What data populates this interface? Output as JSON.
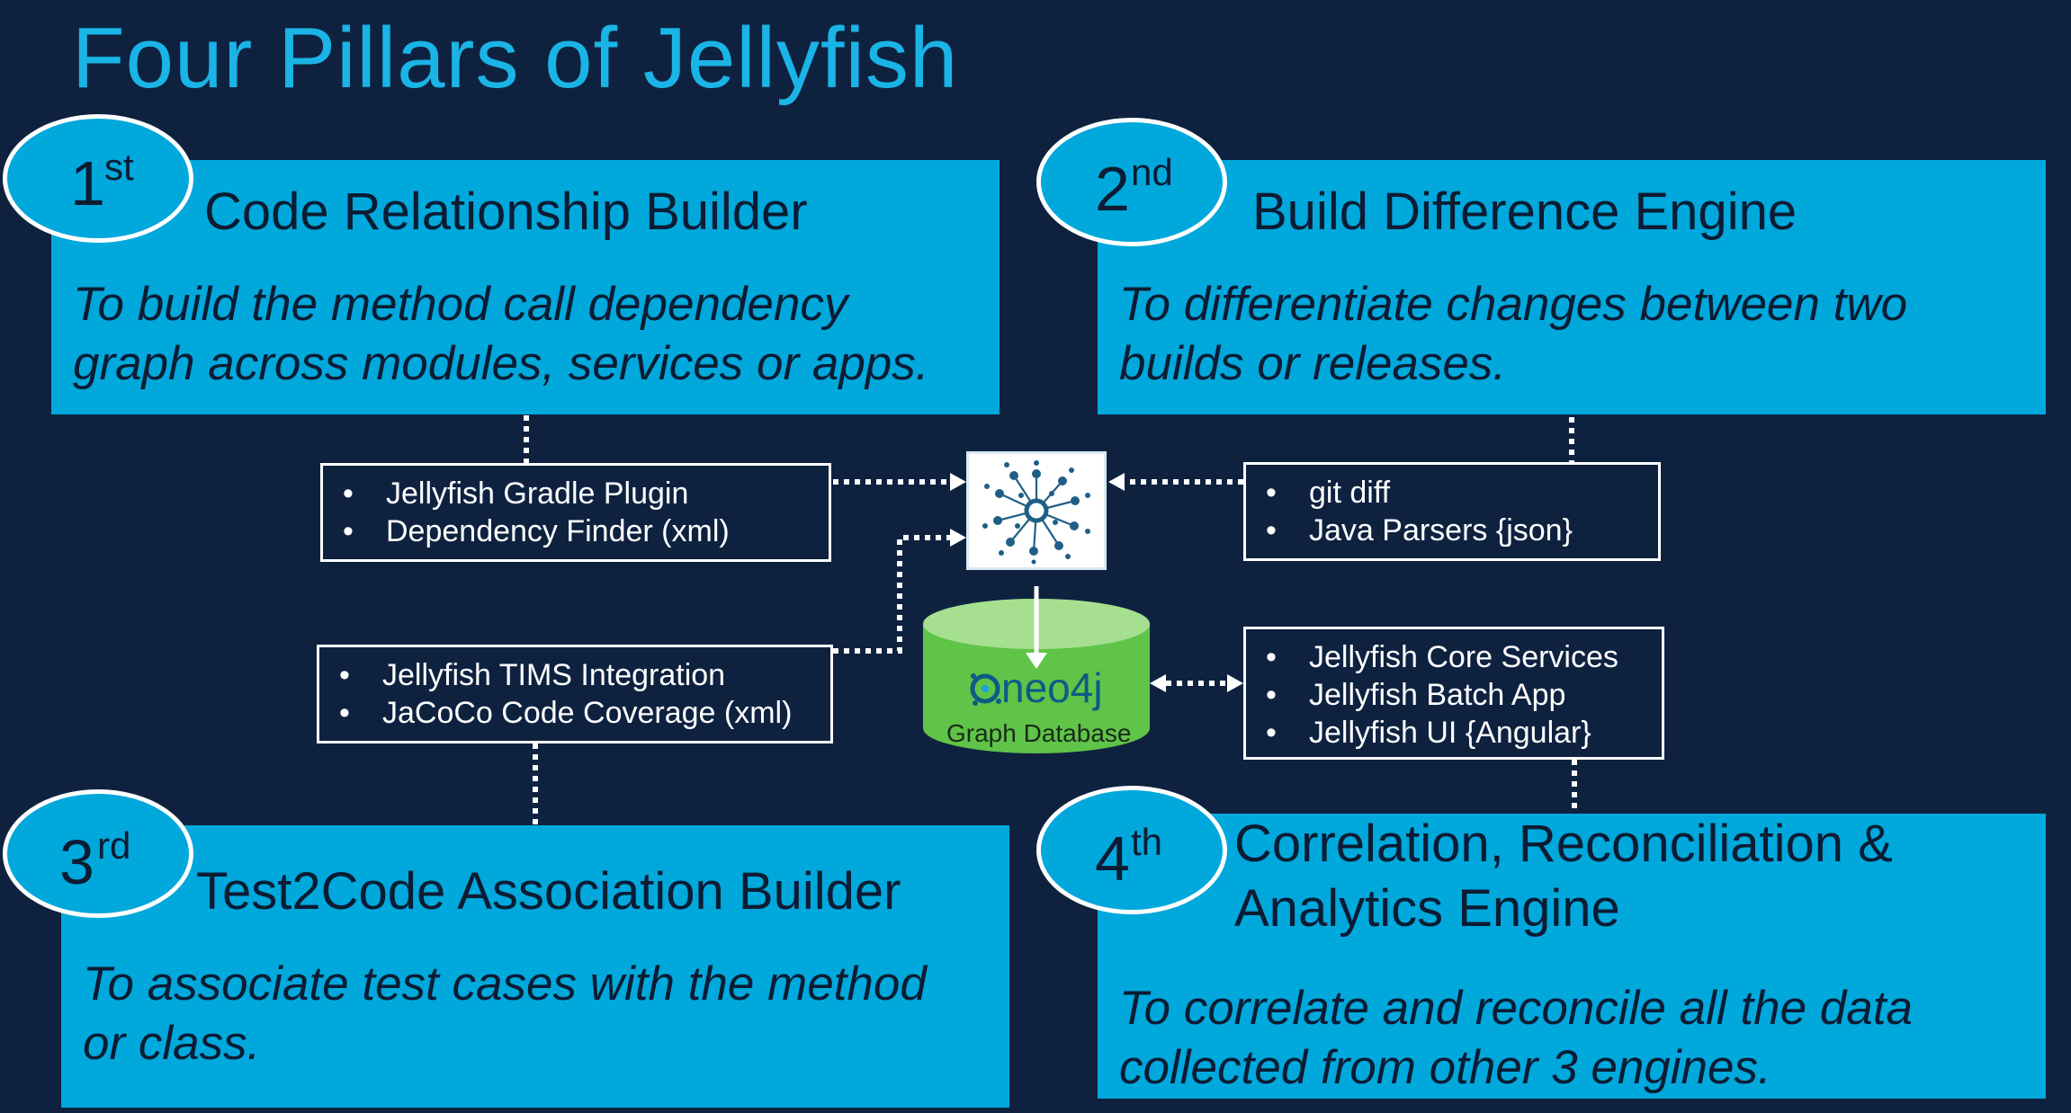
{
  "title": "Four Pillars of Jellyfish",
  "pillars": [
    {
      "ordinal": "1",
      "suffix": "st",
      "title": "Code Relationship Builder",
      "desc_line1": "To build the method call dependency",
      "desc_line2": "graph across modules, services or apps."
    },
    {
      "ordinal": "2",
      "suffix": "nd",
      "title": "Build Difference Engine",
      "desc_line1": "To differentiate changes between two",
      "desc_line2": "builds or releases."
    },
    {
      "ordinal": "3",
      "suffix": "rd",
      "title": "Test2Code Association Builder",
      "desc_line1": "To associate test cases with the method",
      "desc_line2": "or class."
    },
    {
      "ordinal": "4",
      "suffix": "th",
      "title_line1": "Correlation, Reconciliation &",
      "title_line2": "Analytics Engine",
      "desc_line1": "To correlate and reconcile all the data",
      "desc_line2": "collected from other 3 engines."
    }
  ],
  "component_boxes": {
    "builder_inputs": [
      "Jellyfish Gradle Plugin",
      "Dependency Finder (xml)"
    ],
    "diff_inputs": [
      "git diff",
      "Java Parsers {json}"
    ],
    "test_inputs": [
      "Jellyfish TIMS Integration",
      "JaCoCo Code Coverage (xml)"
    ],
    "analytics_outputs": [
      "Jellyfish Core Services",
      "Jellyfish Batch App",
      "Jellyfish UI {Angular}"
    ]
  },
  "database": {
    "brand": "neo4j",
    "label": "Graph Database"
  },
  "icons": {
    "hub": "network-hub-icon",
    "neo4j": "neo4j-logo-icon"
  },
  "colors": {
    "background": "#0e2240",
    "panel": "#00a8dc",
    "title": "#1ab4e6",
    "database": "#5fc447"
  }
}
